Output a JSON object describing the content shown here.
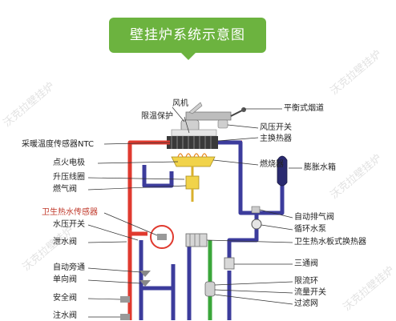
{
  "title": "壁挂炉系统示意图",
  "watermark": "沃克拉壁挂炉",
  "labels": {
    "fengji": "风机",
    "xianwen_baohu": "限温保护",
    "pinghengshi_yandao": "平衡式烟道",
    "fengya_kaiguan": "风压开关",
    "zhu_huanreqi": "主换热器",
    "cainuan_ntc": "采暖温度传感器NTC",
    "ranshaoqi": "燃烧器",
    "dianhuo_dianji": "点火电极",
    "pengzhang_shuixiang": "膨胀水箱",
    "shengya_xianquan": "升压线圈",
    "ranqi_fa": "燃气阀",
    "weisheng_re_chuanganqi": "卫生热水传感器",
    "zidong_paiqifa": "自动排气阀",
    "shuiya_kaiguan": "水压开关",
    "xunhuan_shuibeng": "循环水泵",
    "xieshui_fa": "泄水阀",
    "weisheng_banshi_huanreqi": "卫生热水板式换热器",
    "zidong_pangtong": "自动旁通",
    "santong_fa": "三通阀",
    "danxiang_fa": "单向阀",
    "xianliu_huan": "限流环",
    "liuliang_kaiguan": "流量开关",
    "anquan_fa": "安全阀",
    "guolv_wang": "过滤网",
    "zhushui_fa": "注水阀"
  },
  "colors": {
    "banner": "#6cb33f",
    "hot_pipe": "#e03a2f",
    "return_pipe": "#3c3c9c",
    "cold_pipe": "#3aa63a",
    "burner_yellow": "#f1d34a",
    "label_highlight": "#c0392b"
  }
}
